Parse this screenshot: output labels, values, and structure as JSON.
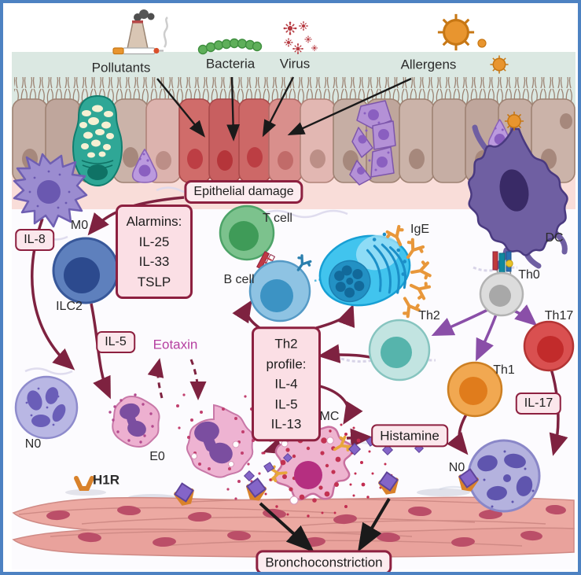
{
  "colors": {
    "frame": "#4d82c2",
    "label_bg": "#fbe7ec",
    "label_border": "#8d2040",
    "maroon_arrow": "#7e2240",
    "purple_arrow": "#8a4fa8",
    "eotaxin_text": "#b53fa0"
  },
  "triggers": {
    "pollutants": "Pollutants",
    "bacteria": "Bacteria",
    "virus": "Virus",
    "allergens": "Allergens"
  },
  "boxes": {
    "epithelial_damage": "Epithelial damage",
    "il8": "IL-8",
    "il5": "IL-5",
    "il17": "IL-17",
    "histamine": "Histamine",
    "bronchoconstriction": "Bronchoconstriction"
  },
  "alarmins_box": {
    "title": "Alarmins:",
    "lines": [
      "IL-25",
      "IL-33",
      "TSLP"
    ]
  },
  "th2_profile_box": {
    "title_line1": "Th2",
    "title_line2": "profile:",
    "lines": [
      "IL-4",
      "IL-5",
      "IL-13"
    ]
  },
  "cell_labels": {
    "m0": "M0",
    "ilc2": "ILC2",
    "t_cell": "T cell",
    "b_cell": "B cell",
    "ige": "IgE",
    "dc": "DC",
    "th0": "Th0",
    "th2": "Th2",
    "th1": "Th1",
    "th17": "Th17",
    "n0_left": "N0",
    "n0_right": "N0",
    "e0": "E0",
    "mc": "MC",
    "h1r": "H1R",
    "eotaxin": "Eotaxin"
  }
}
